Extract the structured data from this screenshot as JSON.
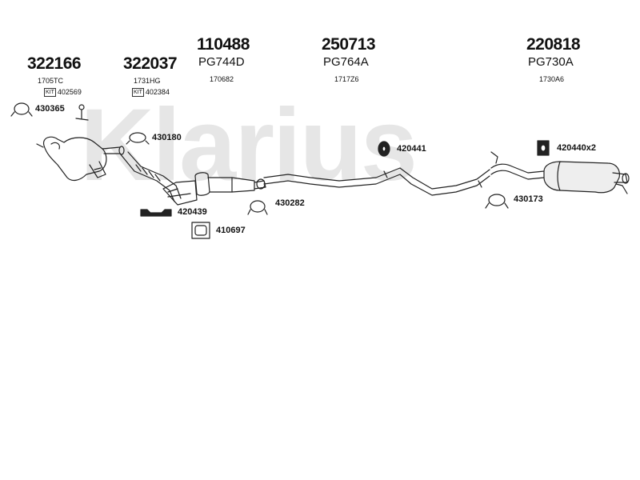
{
  "brand": {
    "watermark": "Klarius"
  },
  "headers": [
    {
      "id": "322166",
      "sub": "",
      "small": "1705TC"
    },
    {
      "id": "322037",
      "sub": "",
      "small": "1731HG"
    },
    {
      "id": "110488",
      "sub": "PG744D",
      "small": "170682"
    },
    {
      "id": "250713",
      "sub": "PG764A",
      "small": "1717Z6"
    },
    {
      "id": "220818",
      "sub": "PG730A",
      "small": "1730A6"
    }
  ],
  "kits": [
    {
      "icon": "KIT",
      "code": "402569"
    },
    {
      "icon": "KIT",
      "code": "402384"
    }
  ],
  "parts": [
    {
      "code": "430365"
    },
    {
      "code": "430180"
    },
    {
      "code": "420441"
    },
    {
      "code": "420440x2"
    },
    {
      "code": "420439"
    },
    {
      "code": "430282"
    },
    {
      "code": "430173"
    },
    {
      "code": "410697"
    }
  ]
}
